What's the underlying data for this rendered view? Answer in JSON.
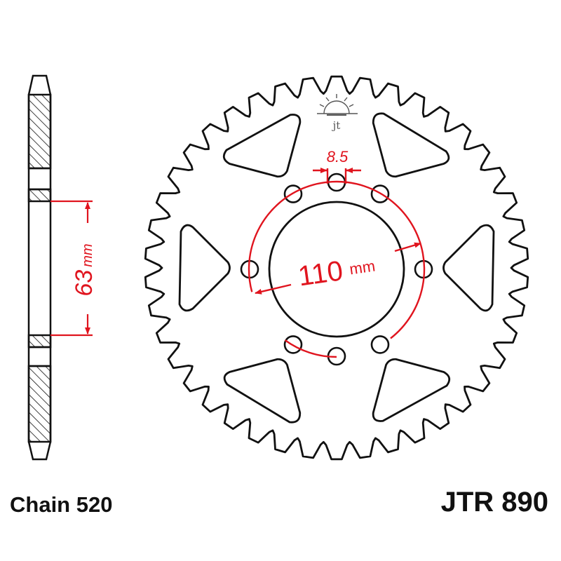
{
  "labels": {
    "chain": "Chain 520",
    "model": "JTR 890"
  },
  "dimensions": {
    "bolt_hole": "8.5",
    "pcd_value": "110",
    "pcd_unit": "mm",
    "offset_value": "63",
    "offset_unit": "mm"
  },
  "logo": {
    "text": "jt"
  },
  "colors": {
    "outline": "#111111",
    "dimension": "#e0141e",
    "logo": "#555555"
  }
}
